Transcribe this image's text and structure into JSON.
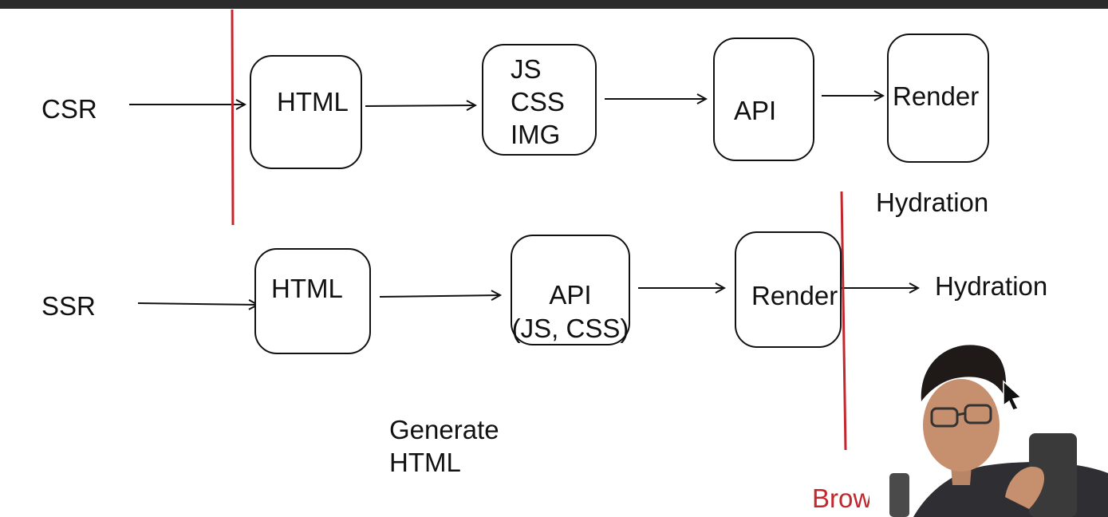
{
  "rows": {
    "csr": {
      "label": "CSR",
      "steps": {
        "html": "HTML",
        "assets": [
          "JS",
          "CSS",
          "IMG"
        ],
        "api": "API",
        "render": "Render"
      },
      "annotation": "Hydration"
    },
    "ssr": {
      "label": "SSR",
      "steps": {
        "html": "HTML",
        "api_line1": "API",
        "api_line2": "(JS, CSS)",
        "render": "Render"
      },
      "result": "Hydration"
    }
  },
  "notes": {
    "generate": [
      "Generate",
      "HTML"
    ],
    "browser": "Browser"
  },
  "colors": {
    "ink": "#111111",
    "marker_red": "#c1272d",
    "top_bar": "#2b2b2b"
  }
}
